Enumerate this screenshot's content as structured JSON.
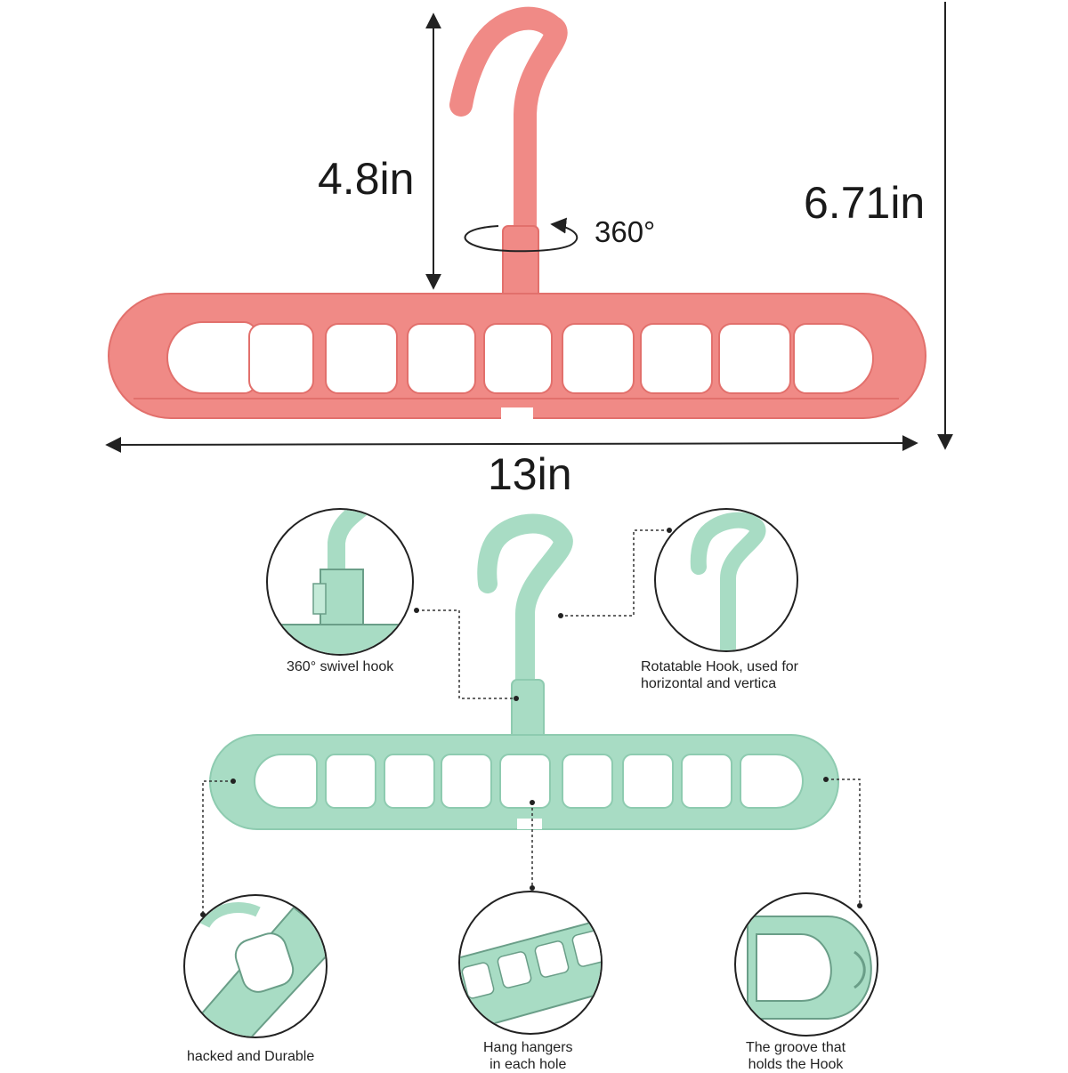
{
  "dimensions": {
    "height_hook": "4.8in",
    "height_total": "6.71in",
    "width": "13in",
    "rotation": "360°"
  },
  "callouts": {
    "swivel": "360° swivel hook",
    "rotatable_line1": "Rotatable Hook, used for",
    "rotatable_line2": "horizontal and vertica",
    "durable": "hacked and Durable",
    "hang_line1": "Hang hangers",
    "hang_line2": "in each hole",
    "groove_line1": "The groove that",
    "groove_line2": "holds the Hook"
  },
  "colors": {
    "pink": "#f08a86",
    "pink_dark": "#e2706c",
    "green": "#a8dcc4",
    "green_dark": "#8ecbb0"
  }
}
